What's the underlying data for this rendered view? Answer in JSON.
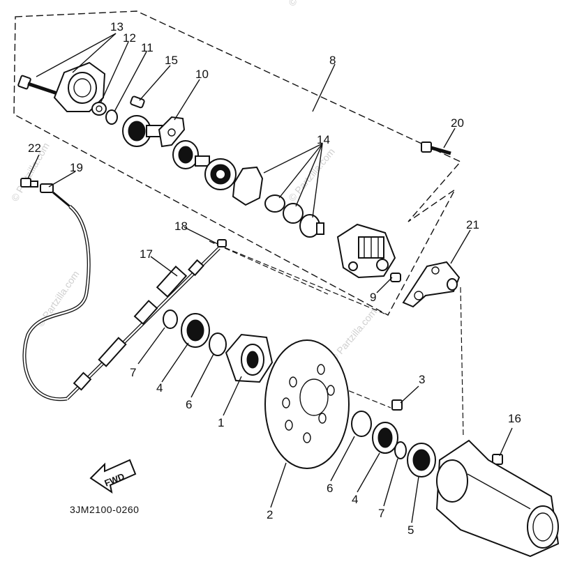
{
  "diagram": {
    "drawing_code": "3JM2100-0260",
    "fwd_arrow_label": "FWD",
    "watermark": "© Partzilla.com",
    "callouts": [
      "1",
      "2",
      "3",
      "4",
      "4",
      "5",
      "6",
      "6",
      "7",
      "7",
      "8",
      "9",
      "10",
      "11",
      "12",
      "13",
      "14",
      "15",
      "16",
      "17",
      "18",
      "19",
      "20",
      "21",
      "22"
    ]
  }
}
